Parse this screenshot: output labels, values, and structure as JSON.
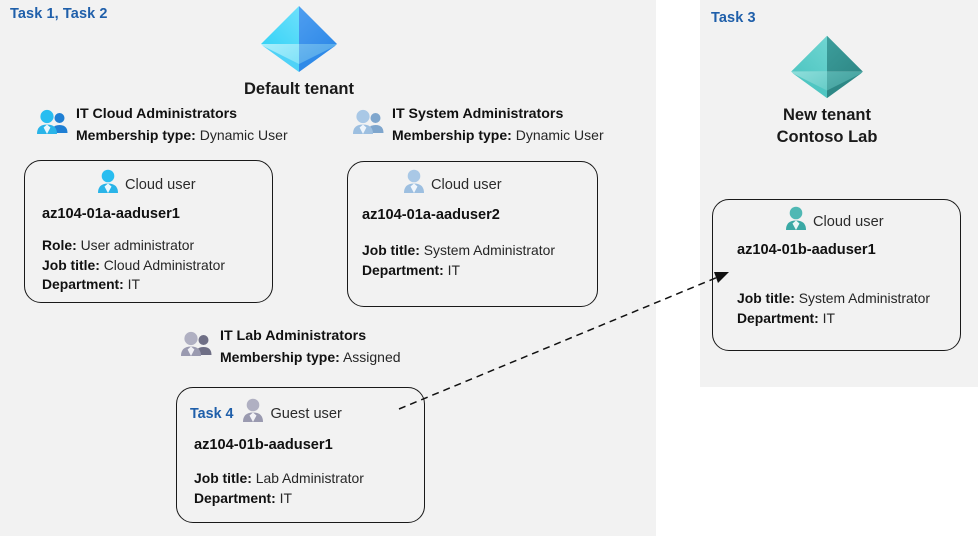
{
  "panels": {
    "default": {
      "task_label": "Task 1, Task 2"
    },
    "new": {
      "task_label": "Task 3"
    }
  },
  "tenants": {
    "default": {
      "name": "Default tenant",
      "icon": "azure-ad-tenant-icon",
      "color": "#3fa9f5"
    },
    "new": {
      "line1": "New  tenant",
      "line2": "Contoso Lab",
      "icon": "azure-ad-tenant-icon",
      "color": "#3aa9a5"
    }
  },
  "groups": [
    {
      "name": "IT Cloud Administrators",
      "membership_label": "Membership type:",
      "membership_value": "Dynamic User",
      "icon": "group-users-icon",
      "color": "#27a9e1"
    },
    {
      "name": "IT System Administrators",
      "membership_label": "Membership type:",
      "membership_value": "Dynamic User",
      "icon": "group-users-icon",
      "color": "#9dbfe0"
    },
    {
      "name": "IT Lab Administrators",
      "membership_label": "Membership type:",
      "membership_value": "Assigned",
      "icon": "group-users-icon",
      "color": "#9a9ab0"
    }
  ],
  "users": [
    {
      "task": "",
      "type": "Cloud user",
      "icon": "cloud-user-icon",
      "color": "#29bdf0",
      "upn": "az104-01a-aaduser1",
      "attrs": [
        {
          "label": "Role:",
          "value": "User administrator"
        },
        {
          "label": "Job title:",
          "value": "Cloud Administrator"
        },
        {
          "label": "Department:",
          "value": "IT"
        }
      ]
    },
    {
      "task": "",
      "type": "Cloud user",
      "icon": "cloud-user-icon",
      "color": "#9dbfe0",
      "upn": "az104-01a-aaduser2",
      "attrs": [
        {
          "label": "Job title:",
          "value": "System Administrator"
        },
        {
          "label": "Department:",
          "value": "IT"
        }
      ]
    },
    {
      "task": "Task 4",
      "type": "Guest user",
      "icon": "guest-user-icon",
      "color": "#9a9ab0",
      "upn": "az104-01b-aaduser1",
      "attrs": [
        {
          "label": "Job title:",
          "value": "Lab Administrator"
        },
        {
          "label": "Department:",
          "value": "IT"
        }
      ]
    },
    {
      "task": "",
      "type": "Cloud user",
      "icon": "cloud-user-icon",
      "color": "#3aa9a5",
      "upn": "az104-01b-aaduser1",
      "attrs": [
        {
          "label": "Job title:",
          "value": "System Administrator"
        },
        {
          "label": "Department:",
          "value": "IT"
        }
      ]
    }
  ],
  "connector": {
    "name": "invite-guest-arrow",
    "style": "dashed-arrow"
  },
  "colors": {
    "panel_background": "#f2f2f2",
    "task_accent": "#1f5faa",
    "text": "#1a1a1a",
    "card_border": "#1a1a1a"
  }
}
